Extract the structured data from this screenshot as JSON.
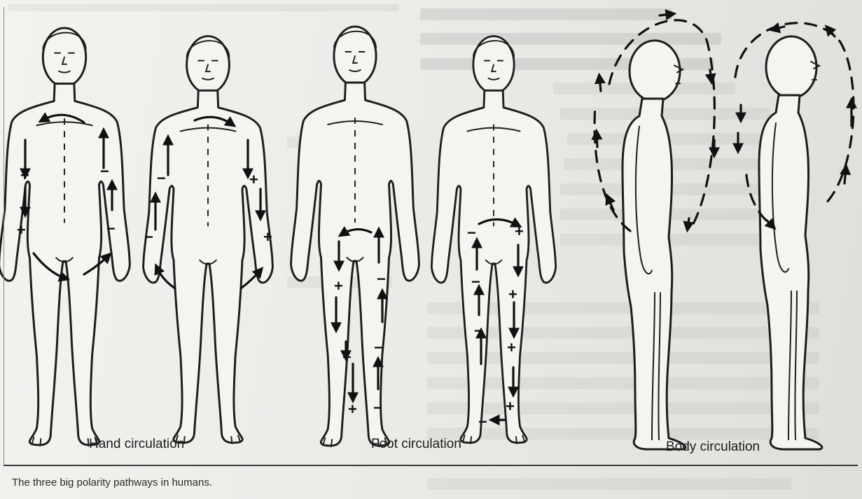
{
  "figure": {
    "captions": {
      "hand": "Hand circulation",
      "foot": "Foot circulation",
      "body": "Body circulation"
    },
    "note": "The three big polarity pathways in humans."
  },
  "signs": {
    "plus": "+",
    "minus": "−"
  },
  "colors": {
    "ink": "#1d1d1d",
    "paper": "#efefec"
  }
}
